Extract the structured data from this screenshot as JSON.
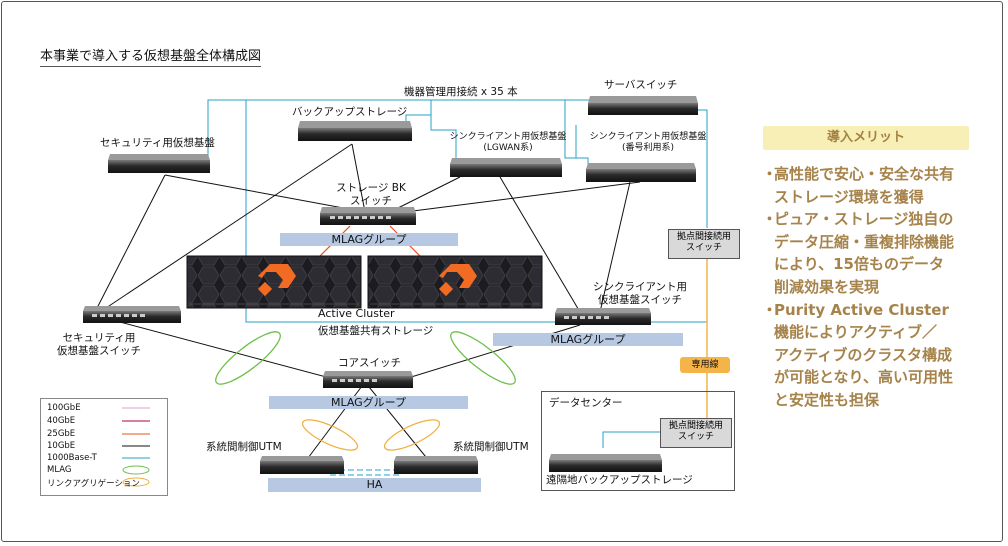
{
  "title": "本事業で導入する仮想基盤全体構成図",
  "labels": {
    "mgmt": "機器管理用接続 x 35 本",
    "server_switch": "サーバスイッチ",
    "backup_storage": "バックアップストレージ",
    "security_vm": "セキュリティ用仮想基盤",
    "thin_lgwan": "シンクライアント用仮想基盤\n(LGWAN系)",
    "thin_number": "シンクライアント用仮想基盤\n(番号利用系)",
    "storage_bk_switch": "ストレージ BK\nスイッチ",
    "mlag_group": "MLAGグループ",
    "active_cluster": "Active Cluster",
    "shared_storage": "仮想基盤共有ストレージ",
    "thin_switch": "シンクライアント用\n仮想基盤スイッチ",
    "security_switch": "セキュリティ用\n仮想基盤スイッチ",
    "core_switch": "コアスイッチ",
    "utm_left": "系統間制御UTM",
    "utm_right": "系統間制御UTM",
    "ha": "HA",
    "site_switch": "拠点間接続用\nスイッチ",
    "site_switch_dc": "拠点間接続用\nスイッチ",
    "dedicated_line": "専用線",
    "datacenter": "データセンター",
    "remote_backup": "遠隔地バックアップストレージ"
  },
  "legend": [
    {
      "label": "100GbE",
      "color": "#d9a6c8",
      "kind": "line"
    },
    {
      "label": "40GbE",
      "color": "#b0004a",
      "kind": "line"
    },
    {
      "label": "25GbE",
      "color": "#e8501e",
      "kind": "line"
    },
    {
      "label": "10GbE",
      "color": "#111111",
      "kind": "line"
    },
    {
      "label": "1000Base-T",
      "color": "#2aa0c8",
      "kind": "line"
    },
    {
      "label": "MLAG",
      "color": "#6cbf4a",
      "kind": "ellipse"
    },
    {
      "label": "リンクアグリゲーション",
      "color": "#f0b040",
      "kind": "ellipse"
    }
  ],
  "merit": {
    "title": "導入メリット",
    "items": [
      [
        "高性能で安心・安全な共有",
        "ストレージ環境を獲得"
      ],
      [
        "ピュア・ストレージ独自の",
        "データ圧縮・重複排除機能",
        "により、15倍ものデータ",
        "削減効果を実現"
      ],
      [
        "Purity Active Cluster",
        "機能によりアクティブ／",
        "アクティブのクラスタ構成",
        "が可能となり、高い可用性",
        "と安定性も担保"
      ]
    ]
  },
  "colors": {
    "mgmt_line": "#2aa0c8",
    "data_line": "#111111",
    "line_25g": "#e8501e",
    "mlag": "#6cbf4a",
    "link_agg": "#f0b040",
    "orange_link": "#f5b44a",
    "band": "#b7c9e2",
    "accent_text": "#a6834b"
  }
}
